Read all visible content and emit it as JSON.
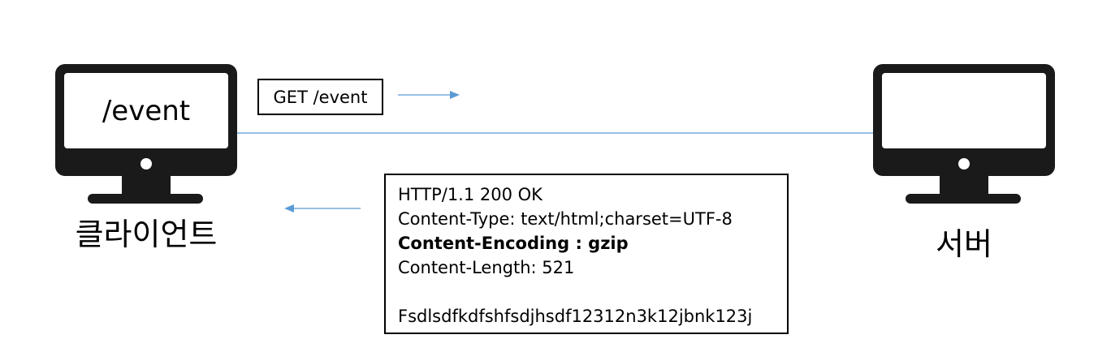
{
  "client": {
    "screen_text": "/event",
    "label": "클라이언트"
  },
  "server": {
    "label": "서버"
  },
  "request": {
    "label": "GET /event"
  },
  "response": {
    "status_line": "HTTP/1.1 200 OK",
    "content_type": "Content-Type: text/html;charset=UTF-8",
    "content_encoding": "Content-Encoding : gzip",
    "content_length": "Content-Length: 521",
    "body": "Fsdlsdfkdfshfsdjhsdf12312n3k12jbnk123j"
  },
  "colors": {
    "monitor": "#1a1a1a",
    "connector": "#5b9bd5"
  }
}
